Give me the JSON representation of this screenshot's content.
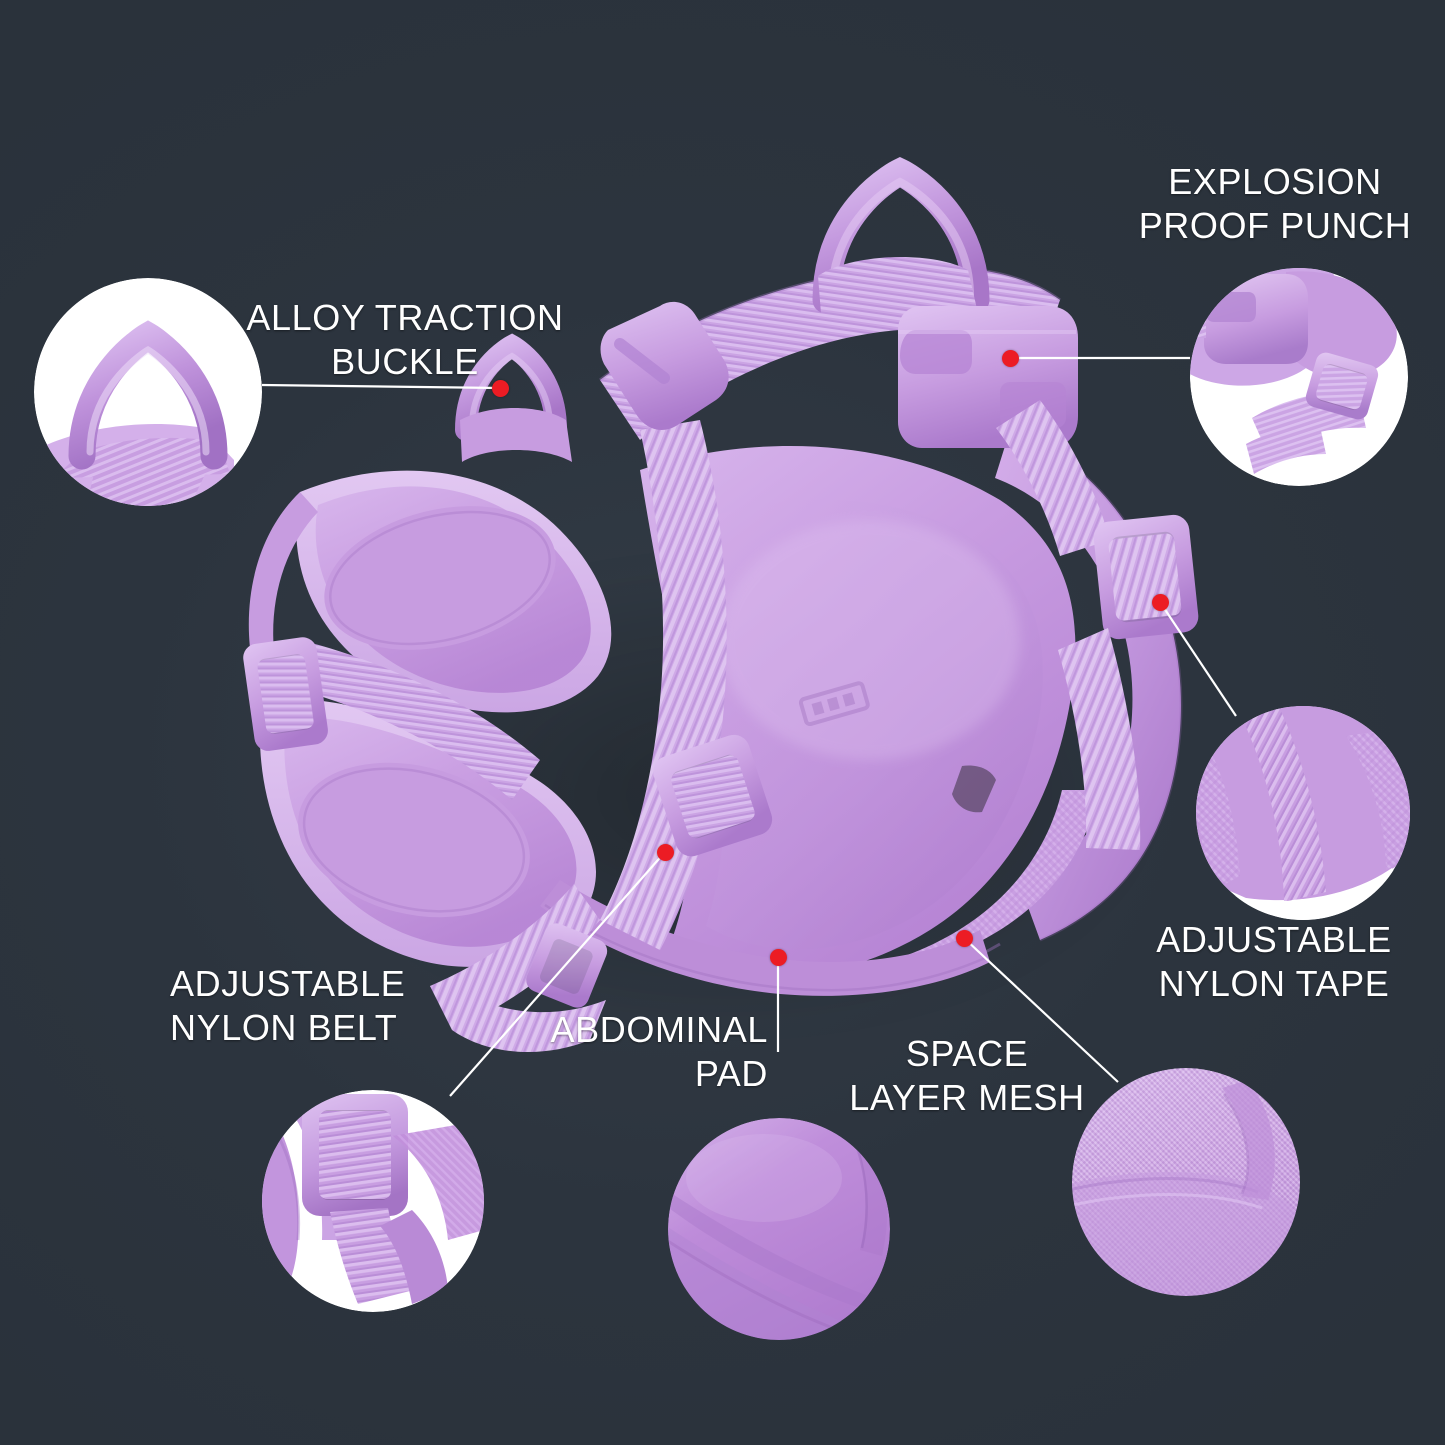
{
  "background_color": "#2e3640",
  "accent_marker_color": "#ec1c24",
  "connector_color": "#ffffff",
  "product_color": "#c79ce0",
  "product": {
    "name": "dog-harness",
    "color_name": "lavender purple"
  },
  "callouts": [
    {
      "id": "alloy-traction-buckle",
      "label": "ALLOY TRACTION\nBUCKLE",
      "align": "center",
      "detail_icon": "d-ring-on-webbing"
    },
    {
      "id": "explosion-proof-punch",
      "label": "EXPLOSION\nPROOF PUNCH",
      "align": "center",
      "detail_icon": "side-release-buckle"
    },
    {
      "id": "adjustable-nylon-tape",
      "label": "ADJUSTABLE\nNYLON TAPE",
      "align": "center",
      "detail_icon": "nylon-webbing-tape"
    },
    {
      "id": "space-layer-mesh",
      "label": "SPACE\nLAYER MESH",
      "align": "center",
      "detail_icon": "mesh-fabric"
    },
    {
      "id": "abdominal-pad",
      "label": "ABDOMINAL\nPAD",
      "align": "right",
      "detail_icon": "padded-panel"
    },
    {
      "id": "adjustable-nylon-belt",
      "label": "ADJUSTABLE\nNYLON BELT",
      "align": "left",
      "detail_icon": "slider-adjuster-buckle"
    }
  ]
}
